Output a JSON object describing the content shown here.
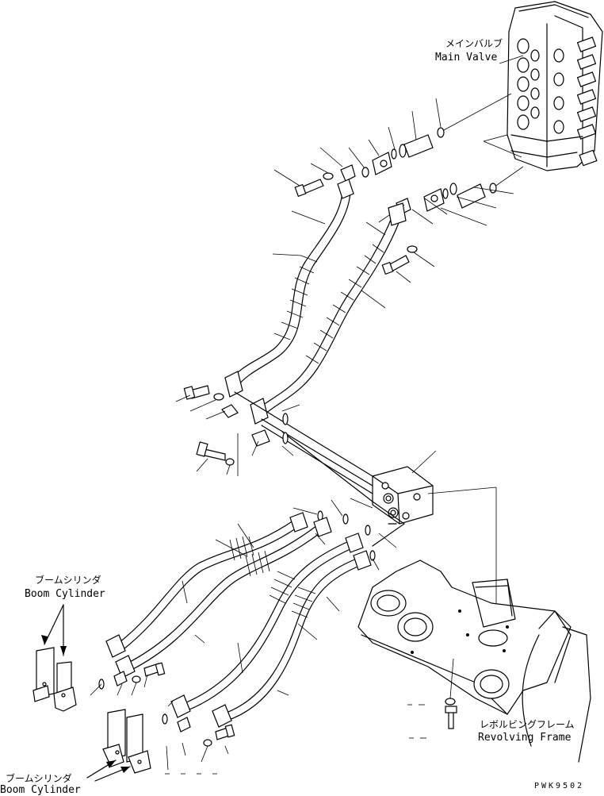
{
  "labels": {
    "main_valve_jp": "メインバルブ",
    "main_valve_en": "Main Valve",
    "boom_cylinder_1_jp": "ブームシリンダ",
    "boom_cylinder_1_en": "Boom Cylinder",
    "boom_cylinder_2_jp": "ブームシリンダ",
    "boom_cylinder_2_en": "Boom Cylinder",
    "revolving_frame_jp": "レボルビングフレーム",
    "revolving_frame_en": "Revolving Frame"
  },
  "drawing_code": "PWK9502"
}
